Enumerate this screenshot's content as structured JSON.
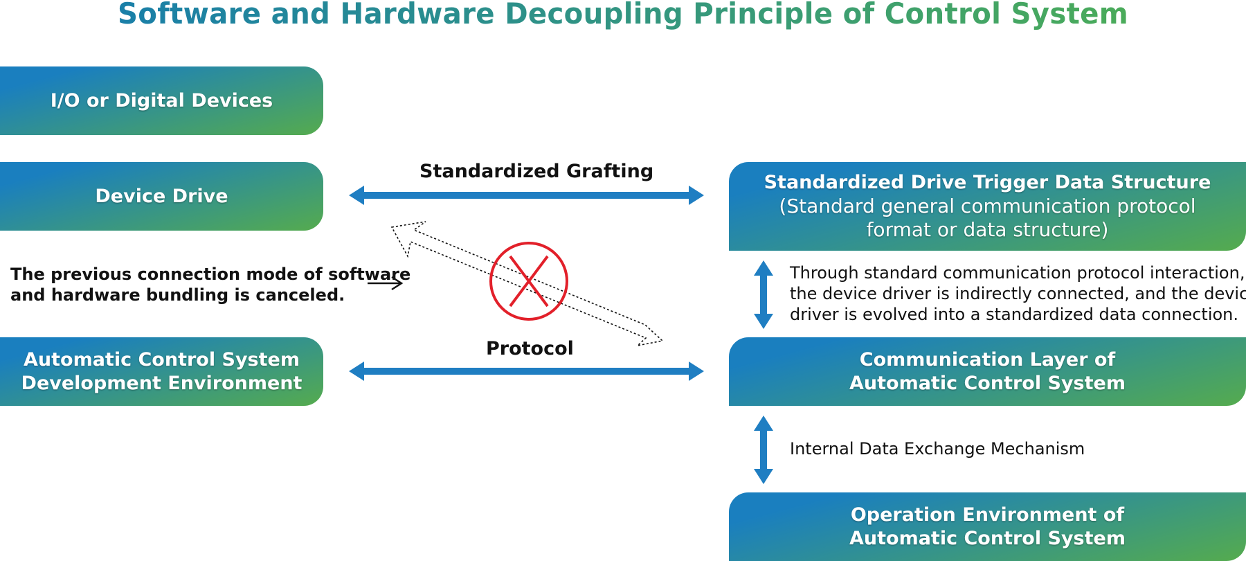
{
  "title": "Software and Hardware Decoupling Principle of Control System",
  "colors": {
    "title_gradient_start": "#1a7fa8",
    "title_gradient_end": "#4aab5a",
    "box_gradient_start": "#1a7fbf",
    "box_gradient_end": "#55ab4e",
    "arrow": "#1f7ec2",
    "cancel_mark": "#e2202a"
  },
  "left_boxes": {
    "io": "I/O or Digital Devices",
    "drive": "Device Drive",
    "dev_env_line1": "Automatic Control System",
    "dev_env_line2": "Development Environment"
  },
  "right_boxes": {
    "standard_structure_line1": "Standardized Drive Trigger Data Structure",
    "standard_structure_line2": "(Standard general communication protocol",
    "standard_structure_line3": "format or data structure)",
    "comm_layer_line1": "Communication Layer of",
    "comm_layer_line2": "Automatic Control System",
    "operation_env_line1": "Operation Environment of",
    "operation_env_line2": "Automatic Control System"
  },
  "connectors": {
    "grafting_label": "Standardized Grafting",
    "protocol_label": "Protocol",
    "canceled_line1": "The previous connection mode of software",
    "canceled_line2": "and hardware bundling is canceled.",
    "protocol_note_line1": "Through standard communication protocol interaction,",
    "protocol_note_line2": "the device driver is indirectly connected, and the device",
    "protocol_note_line3": "driver is evolved into a standardized data connection.",
    "internal_exchange": "Internal Data Exchange Mechanism"
  },
  "icons": {
    "cancel": "cancel-circle-x-icon",
    "arrow": "right-arrow-icon",
    "double_arrow": "double-headed-arrow-icon"
  }
}
